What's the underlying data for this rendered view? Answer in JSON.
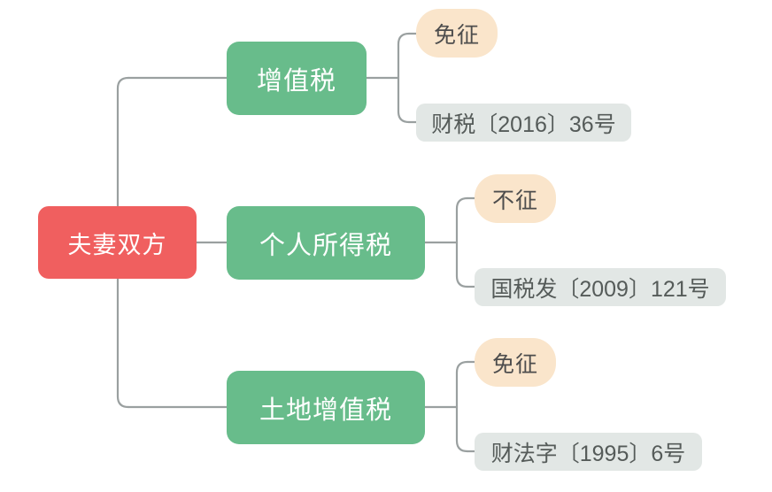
{
  "diagram": {
    "type": "mind-map",
    "title_text": "夫妻双方",
    "line_color": "#9aa0a0",
    "colors": {
      "root": "#f05f5f",
      "branch": "#68bc8b",
      "status": "#fae5cb",
      "reference": "#e2e7e5",
      "root_text": "#ffffff",
      "branch_text": "#ffffff",
      "status_text": "#4d4d4d",
      "reference_text": "#555b59",
      "connector": "#9aa0a0",
      "background": "#ffffff"
    },
    "root": {
      "label": "夫妻双方"
    },
    "branches": [
      {
        "label": "增值税",
        "status": "免征",
        "reference": "财税〔2016〕36号"
      },
      {
        "label": "个人所得税",
        "status": "不征",
        "reference": "国税发〔2009〕121号"
      },
      {
        "label": "土地增值税",
        "status": "免征",
        "reference": "财法字〔1995〕6号"
      }
    ]
  }
}
